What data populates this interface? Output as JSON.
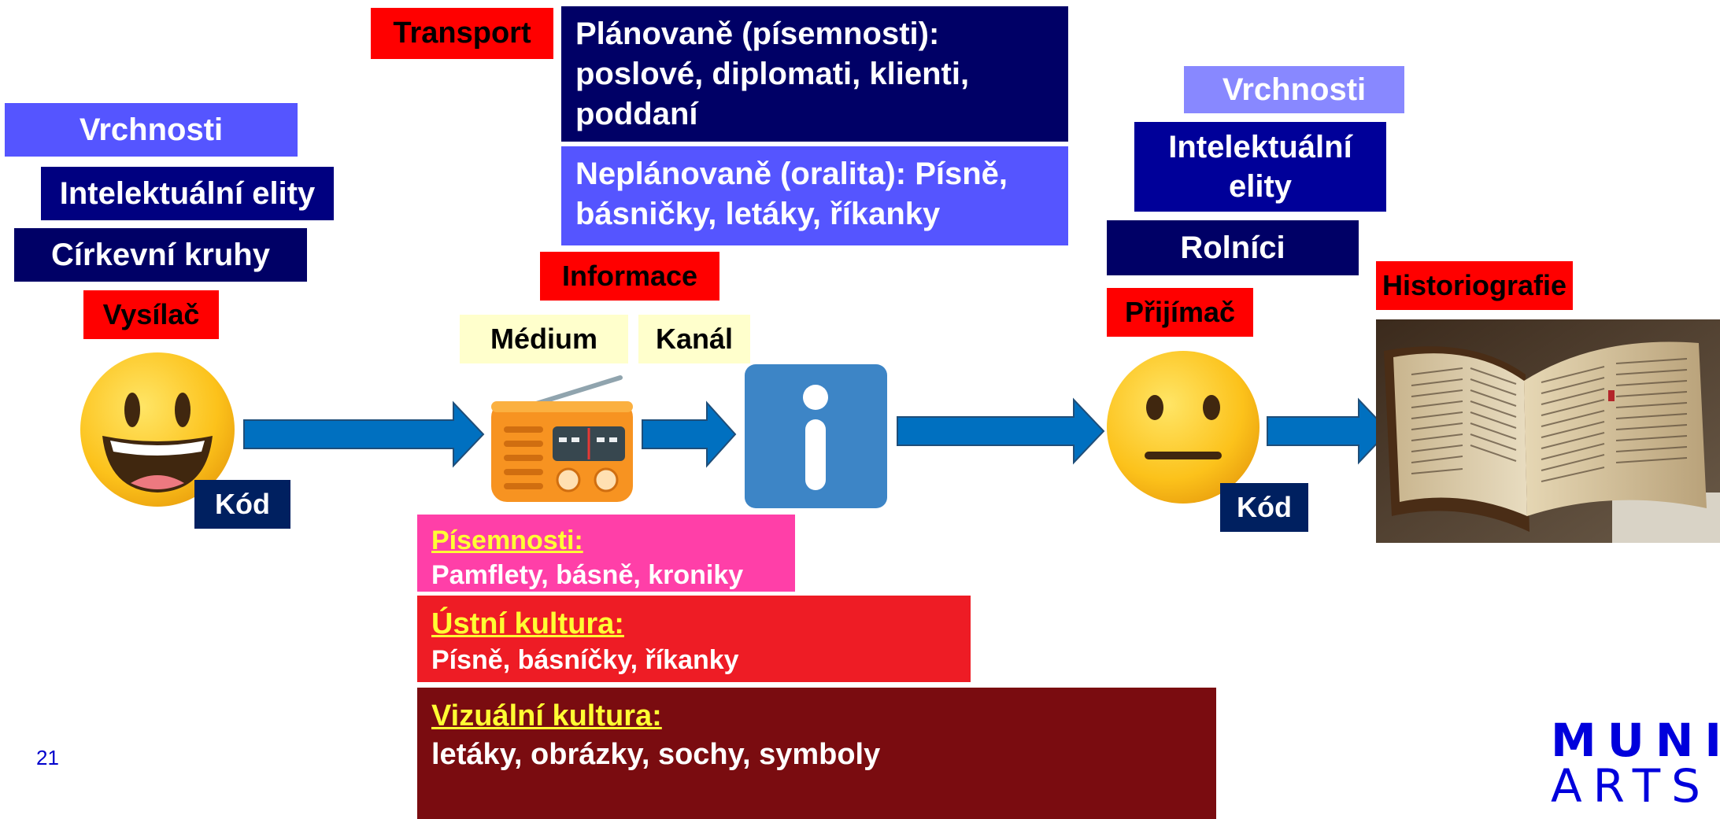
{
  "left": {
    "vrchnosti": "Vrchnosti",
    "elity": "Intelektuální elity",
    "cirkevni": "Církevní kruhy",
    "vysilac": "Vysílač",
    "kod": "Kód"
  },
  "top": {
    "transport": "Transport",
    "planovane": "Plánovaně (písemnosti): poslové, diplomati, klienti, poddaní",
    "neplanovane": "Neplánovaně (oralita): Písně, básničky, letáky, říkanky",
    "informace": "Informace",
    "medium": "Médium",
    "kanal": "Kanál"
  },
  "bottom": {
    "pisemnosti_title": "Písemnosti:",
    "pisemnosti_text": "Pamflety, básně, kroniky",
    "ustni_title": "Ústní kultura:",
    "ustni_text": "Písně, básníčky, říkanky",
    "vizualni_title": "Vizuální kultura:",
    "vizualni_text": "letáky, obrázky, sochy, symboly"
  },
  "right": {
    "vrchnosti": "Vrchnosti",
    "elity": "Intelektuální elity",
    "rolnici": "Rolníci",
    "prijimac": "Přijímač",
    "kod": "Kód",
    "historiografie": "Historiografie"
  },
  "footer": {
    "page_number": "21",
    "logo_line1": "MUNI",
    "logo_line2": "ARTS"
  },
  "icons": [
    "grinning-emoji-icon",
    "radio-icon",
    "info-icon",
    "neutral-emoji-icon",
    "old-book-image"
  ],
  "colors": {
    "red": "#ff0000",
    "navy": "#000066",
    "blue": "#5555ff",
    "light_blue": "#8888ff",
    "light_yellow": "#ffffcc",
    "pink": "#ff3fa8",
    "crimson": "#ee1c25",
    "maroon": "#7a0c10",
    "arrow": "#0070c0"
  }
}
